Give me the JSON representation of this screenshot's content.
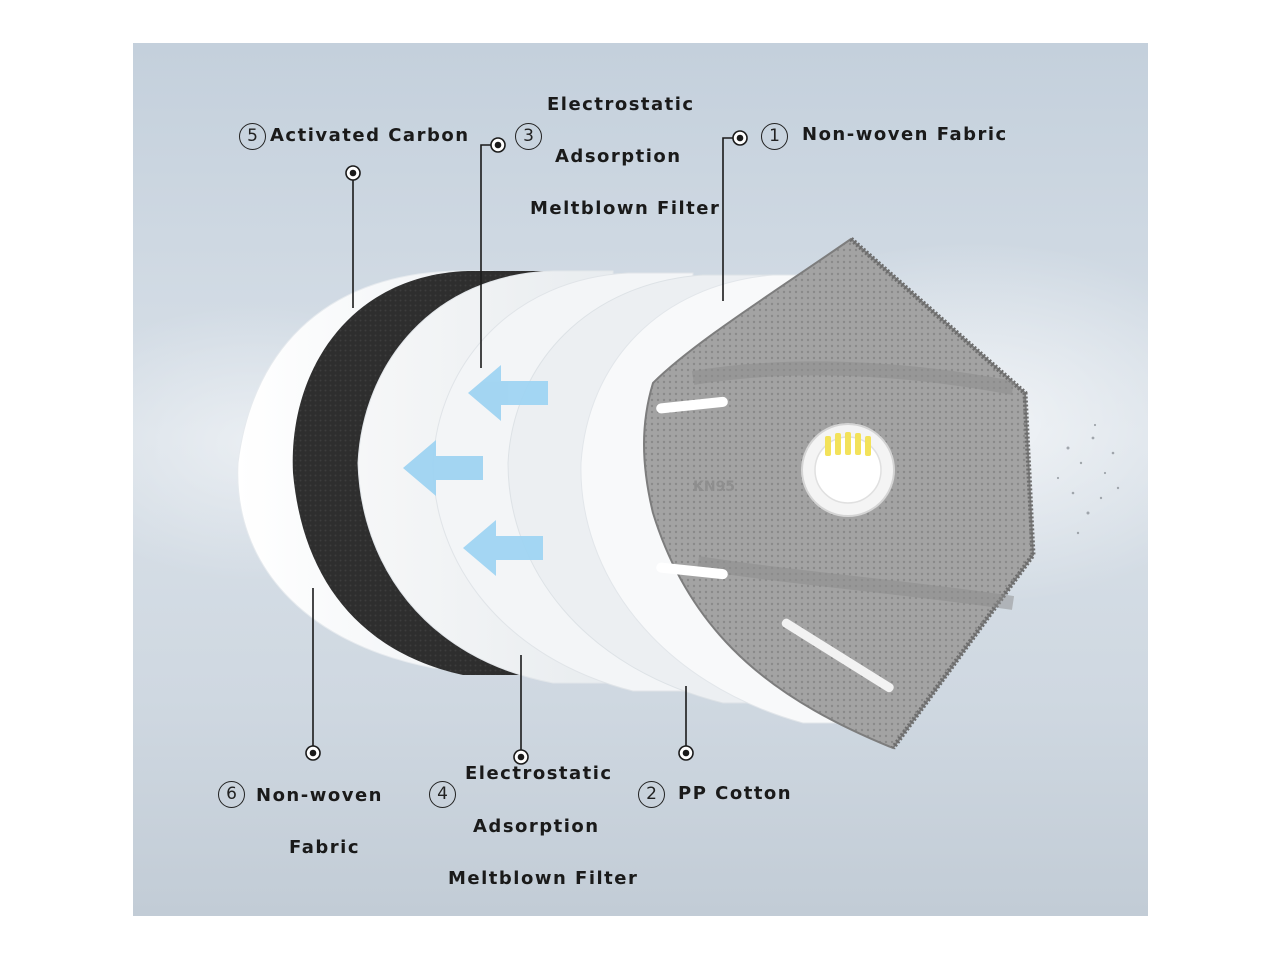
{
  "mask_print": "KN95",
  "layers": [
    {
      "number": "1",
      "lines": [
        "Non-woven Fabric"
      ]
    },
    {
      "number": "2",
      "lines": [
        "PP Cotton"
      ]
    },
    {
      "number": "3",
      "lines": [
        "Electrostatic",
        "Adsorption",
        "Meltblown Filter"
      ]
    },
    {
      "number": "4",
      "lines": [
        "Electrostatic",
        "Adsorption",
        "Meltblown Filter"
      ]
    },
    {
      "number": "5",
      "lines": [
        "Activated Carbon"
      ]
    },
    {
      "number": "6",
      "lines": [
        "Non-woven",
        "Fabric"
      ]
    }
  ],
  "colors": {
    "arrow": "#9fd4f2",
    "carbon": "#2b2b2b",
    "mask": "#9e9e9e",
    "valve_vent": "#f3e25a"
  }
}
